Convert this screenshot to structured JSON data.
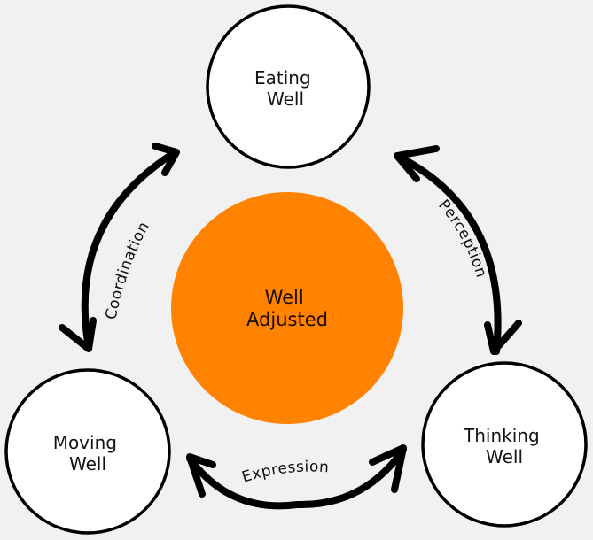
{
  "diagram": {
    "center": {
      "lines": [
        "Well",
        "Adjusted"
      ],
      "color": "#FF8200"
    },
    "nodes": [
      {
        "id": "eating",
        "lines": [
          "Eating",
          "Well"
        ]
      },
      {
        "id": "moving",
        "lines": [
          "Moving",
          "Well"
        ]
      },
      {
        "id": "thinking",
        "lines": [
          "Thinking",
          "Well"
        ]
      }
    ],
    "relations": [
      {
        "from": "eating",
        "to": "moving",
        "label": "Coordination"
      },
      {
        "from": "eating",
        "to": "thinking",
        "label": "Perception"
      },
      {
        "from": "moving",
        "to": "thinking",
        "label": "Expression"
      }
    ],
    "colors": {
      "background": "#F1F1F1",
      "node_fill": "#FFFFFF",
      "stroke": "#000000"
    }
  }
}
